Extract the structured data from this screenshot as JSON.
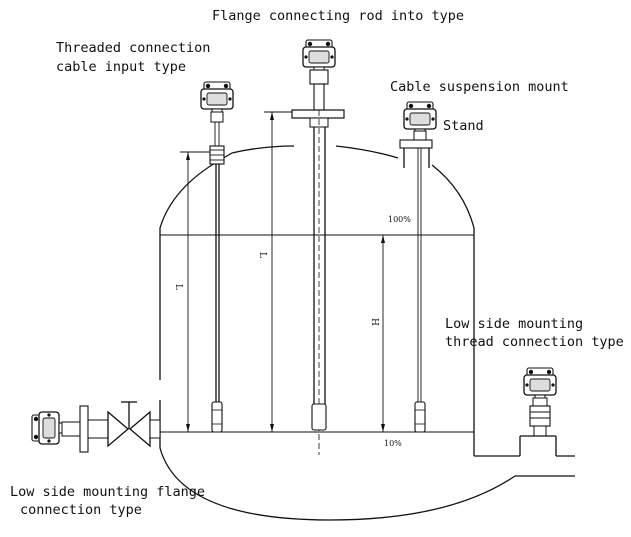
{
  "labels": {
    "flange_rod": "Flange connecting rod into type",
    "threaded_line1": "Threaded connection",
    "threaded_line2": "cable input type",
    "cable_suspension": "Cable suspension mount",
    "stand": "Stand",
    "low_thread_line1": "Low side mounting",
    "low_thread_line2": "thread connection type",
    "low_flange_line1": "Low side mounting flange",
    "low_flange_line2": "connection type"
  },
  "levels": {
    "top": "100%",
    "bottom": "10%"
  },
  "dimensions": {
    "length_left": "L",
    "length_mid": "L",
    "height": "H"
  }
}
